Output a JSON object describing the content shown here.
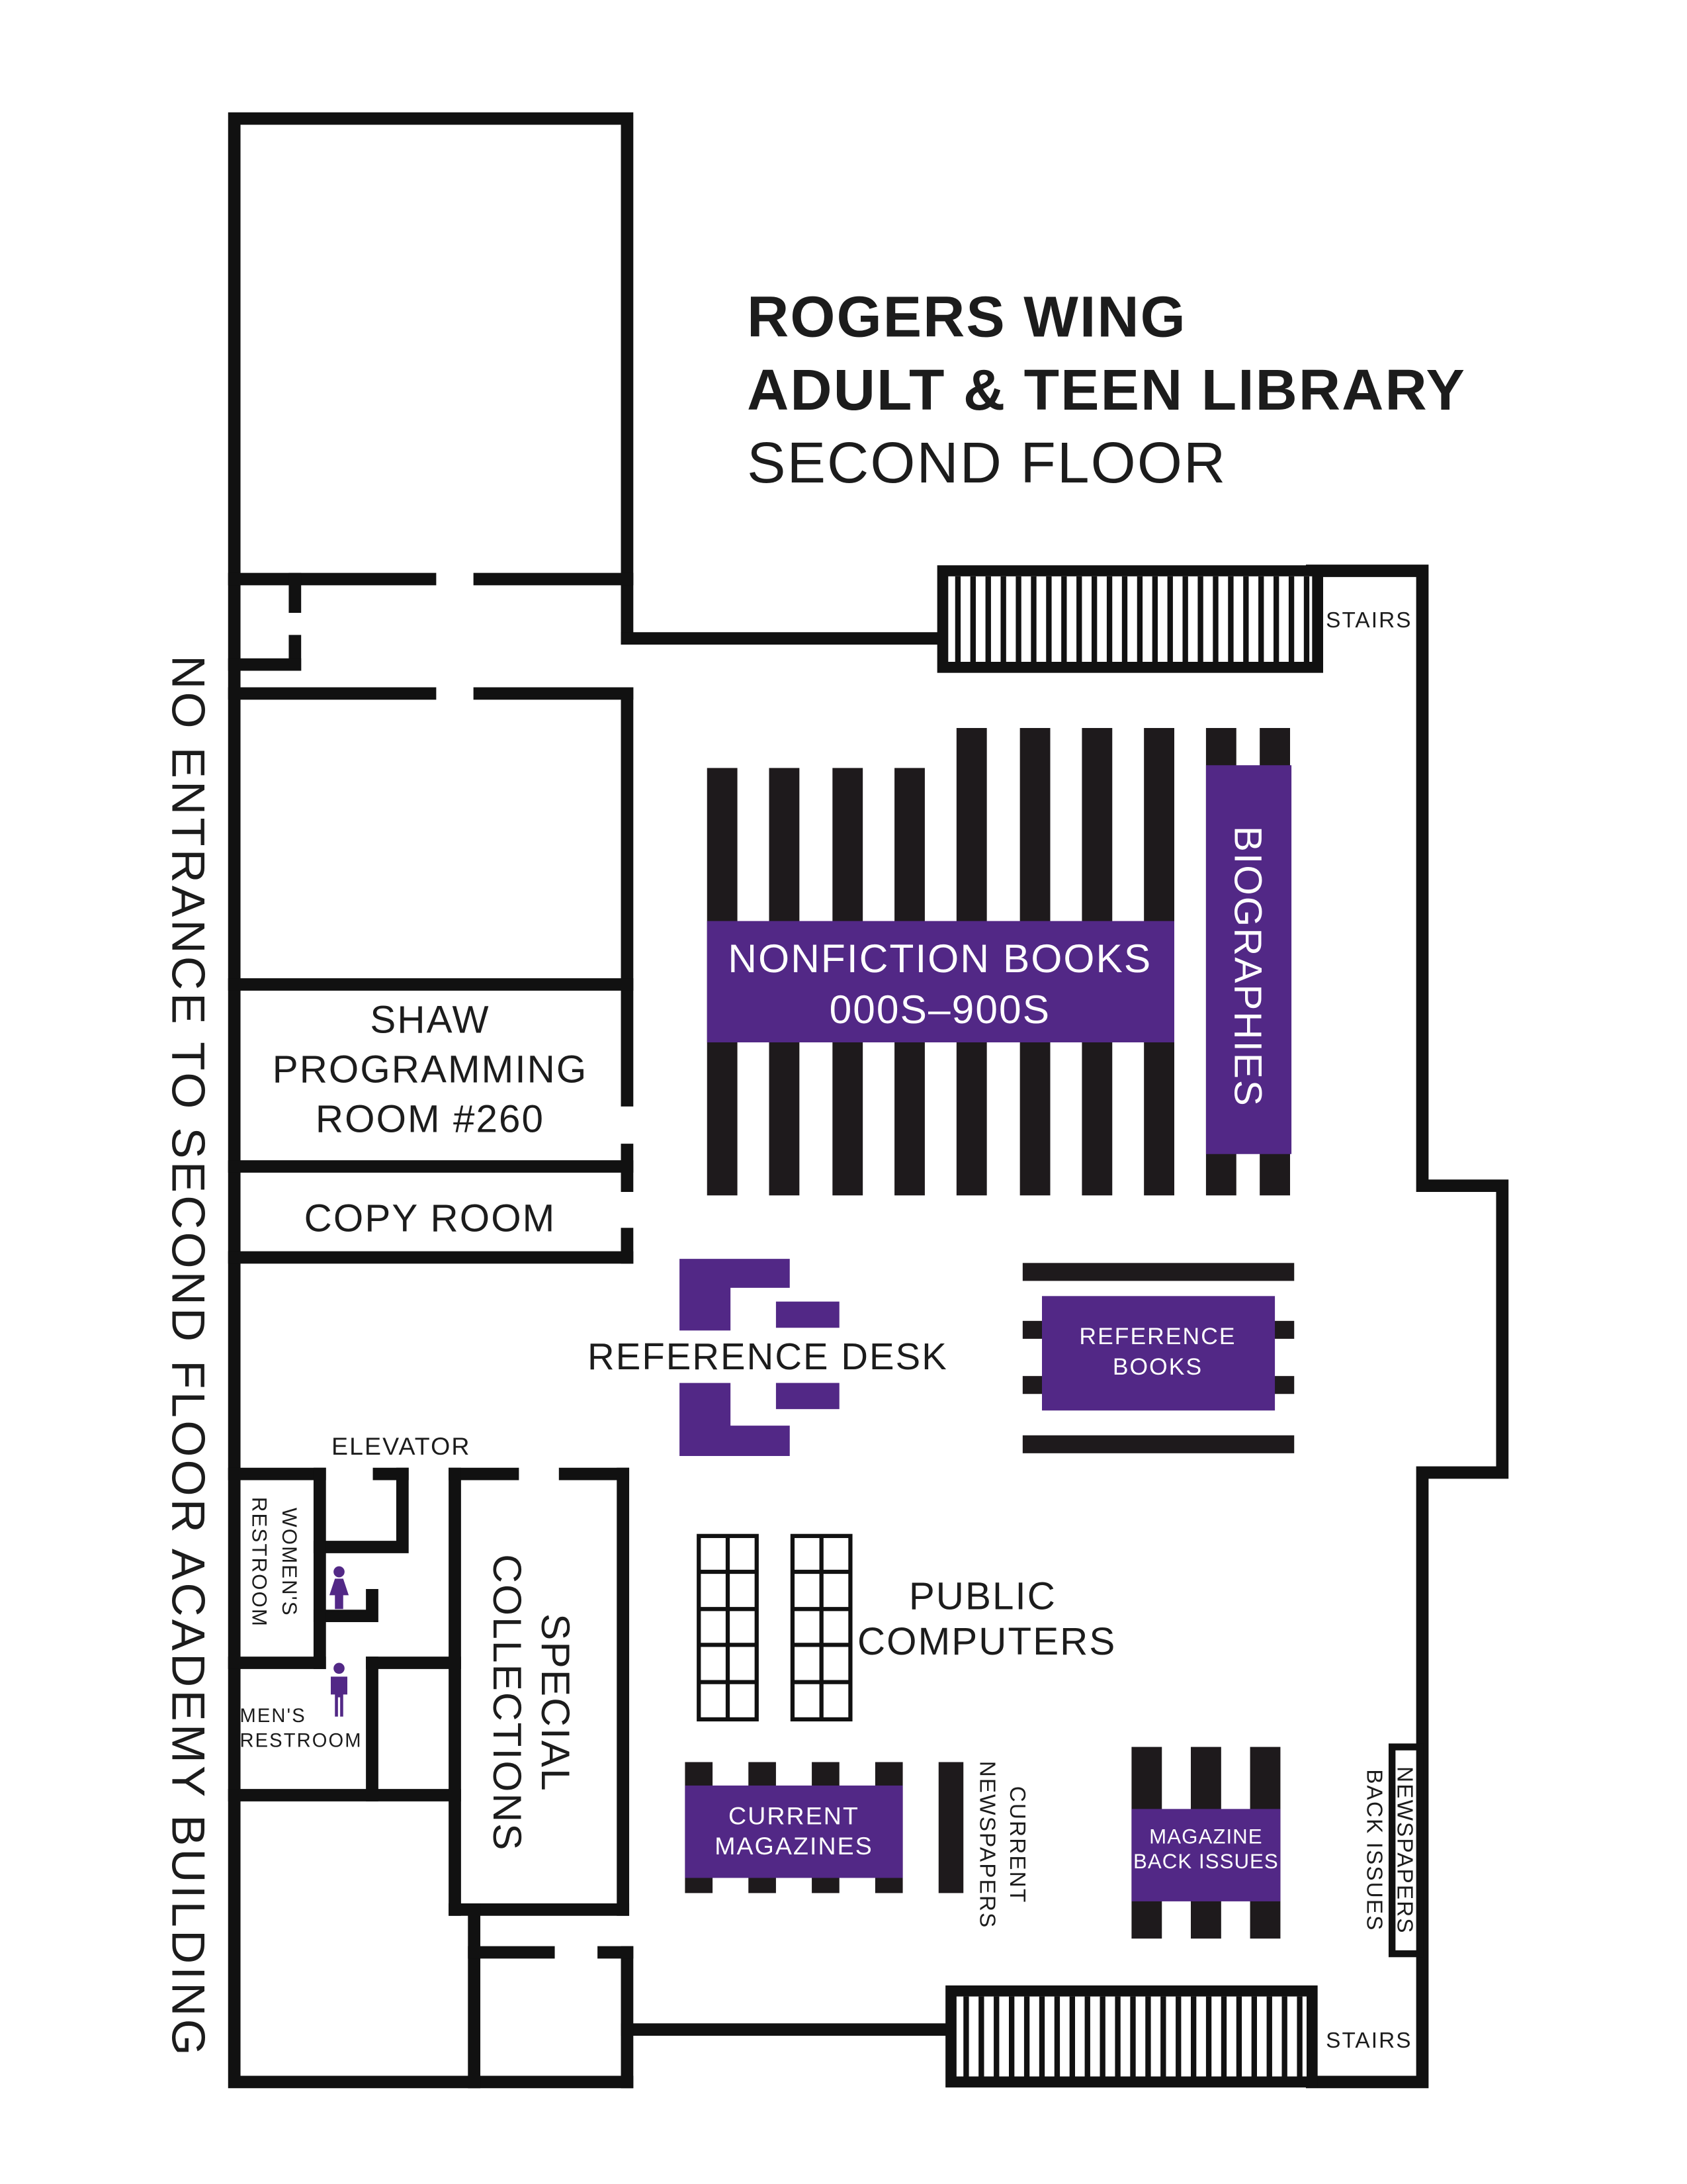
{
  "title": {
    "line1": "ROGERS WING",
    "line2": "ADULT & TEEN LIBRARY",
    "line3": "SECOND FLOOR"
  },
  "side_note": "NO ENTRANCE TO SECOND FLOOR ACADEMY BUILDING",
  "labels": {
    "stairs_top": "STAIRS",
    "stairs_bottom": "STAIRS",
    "nonfiction_1": "NONFICTION BOOKS",
    "nonfiction_2": "000S–900S",
    "biographies": "BIOGRAPHIES",
    "shaw_1": "SHAW",
    "shaw_2": "PROGRAMMING",
    "shaw_3": "ROOM #260",
    "copy_room": "COPY ROOM",
    "reference_desk": "REFERENCE DESK",
    "reference_books_1": "REFERENCE",
    "reference_books_2": "BOOKS",
    "elevator": "ELEVATOR",
    "womens_1": "WOMEN'S",
    "womens_2": "RESTROOM",
    "mens_1": "MEN'S",
    "mens_2": "RESTROOM",
    "special_1": "SPECIAL",
    "special_2": "COLLECTIONS",
    "public_1": "PUBLIC",
    "public_2": "COMPUTERS",
    "current_mag_1": "CURRENT",
    "current_mag_2": "MAGAZINES",
    "current_news_1": "CURRENT",
    "current_news_2": "NEWSPAPERS",
    "mag_back_1": "MAGAZINE",
    "mag_back_2": "BACK ISSUES",
    "news_back_1": "NEWSPAPERS",
    "news_back_2": "BACK ISSUES"
  },
  "colors": {
    "accent": "#522886",
    "walls": "#111111",
    "shelves": "#1e1a1c",
    "background": "#ffffff"
  },
  "icons": {
    "womens_restroom": "woman-figure-icon",
    "mens_restroom": "man-figure-icon"
  }
}
